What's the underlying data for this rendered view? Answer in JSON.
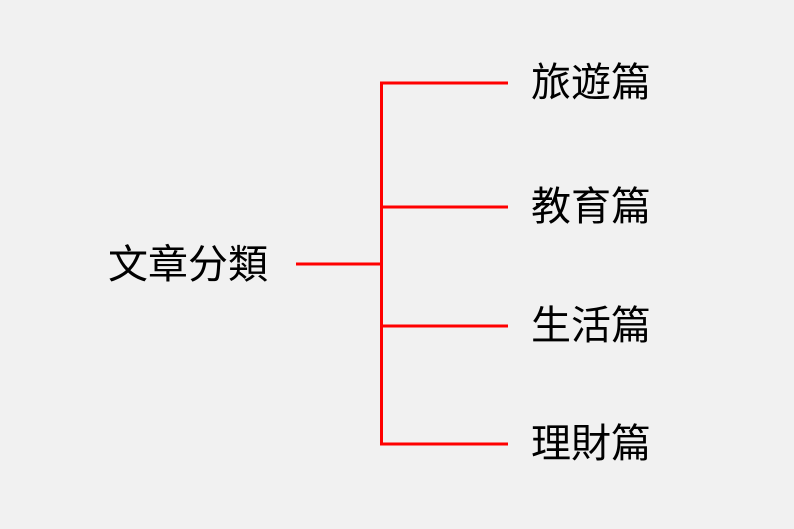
{
  "diagram": {
    "type": "tree",
    "root": {
      "label": "文章分類"
    },
    "children": [
      {
        "label": "旅遊篇"
      },
      {
        "label": "教育篇"
      },
      {
        "label": "生活篇"
      },
      {
        "label": "理財篇"
      }
    ],
    "colors": {
      "line": "#ff0000",
      "text": "#000000",
      "background": "#f1f1f1"
    }
  }
}
